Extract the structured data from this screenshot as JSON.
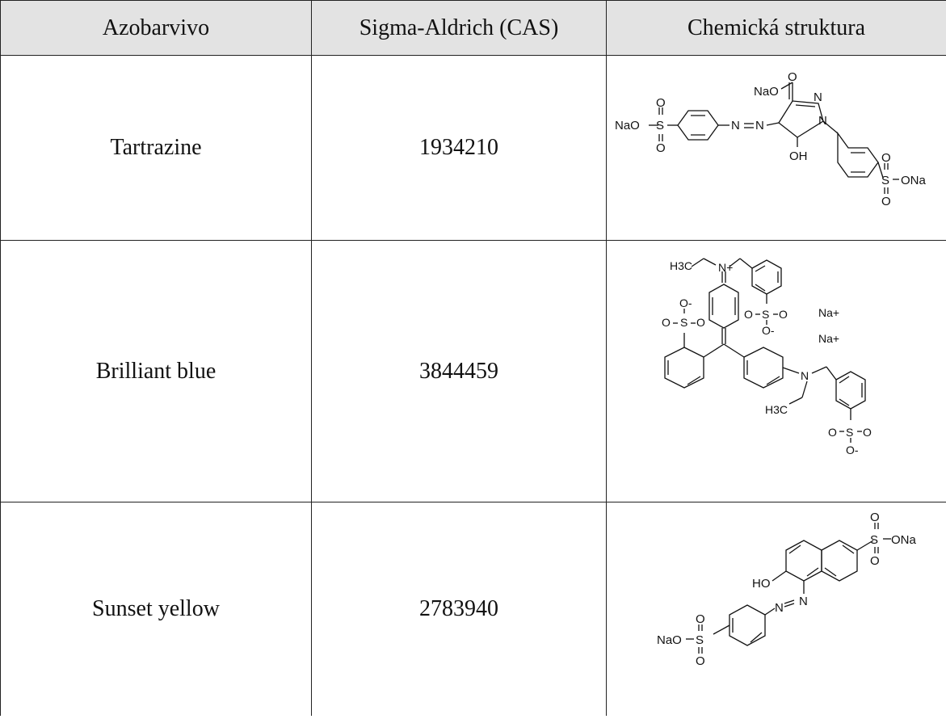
{
  "table": {
    "headers": [
      "Azobarvivo",
      "Sigma-Aldrich (CAS)",
      "Chemická struktura"
    ],
    "rows": [
      {
        "dye": "Tartrazine",
        "cas": "1934210",
        "structure_labels": [
          "O",
          "NaO",
          "N",
          "N",
          "NaO",
          "S",
          "O",
          "O",
          "N",
          "N",
          "OH",
          "S",
          "O",
          "O",
          "ONa"
        ]
      },
      {
        "dye": "Brilliant blue",
        "cas": "3844459",
        "structure_labels": [
          "H3C",
          "N+",
          "O-",
          "O",
          "S",
          "O",
          "O",
          "S",
          "O",
          "O-",
          "Na+",
          "Na+",
          "N",
          "H3C",
          "O",
          "S",
          "O",
          "O-"
        ]
      },
      {
        "dye": "Sunset yellow",
        "cas": "2783940",
        "structure_labels": [
          "O",
          "S",
          "ONa",
          "O",
          "HO",
          "N",
          "N",
          "O",
          "NaO",
          "S",
          "O"
        ]
      }
    ]
  }
}
